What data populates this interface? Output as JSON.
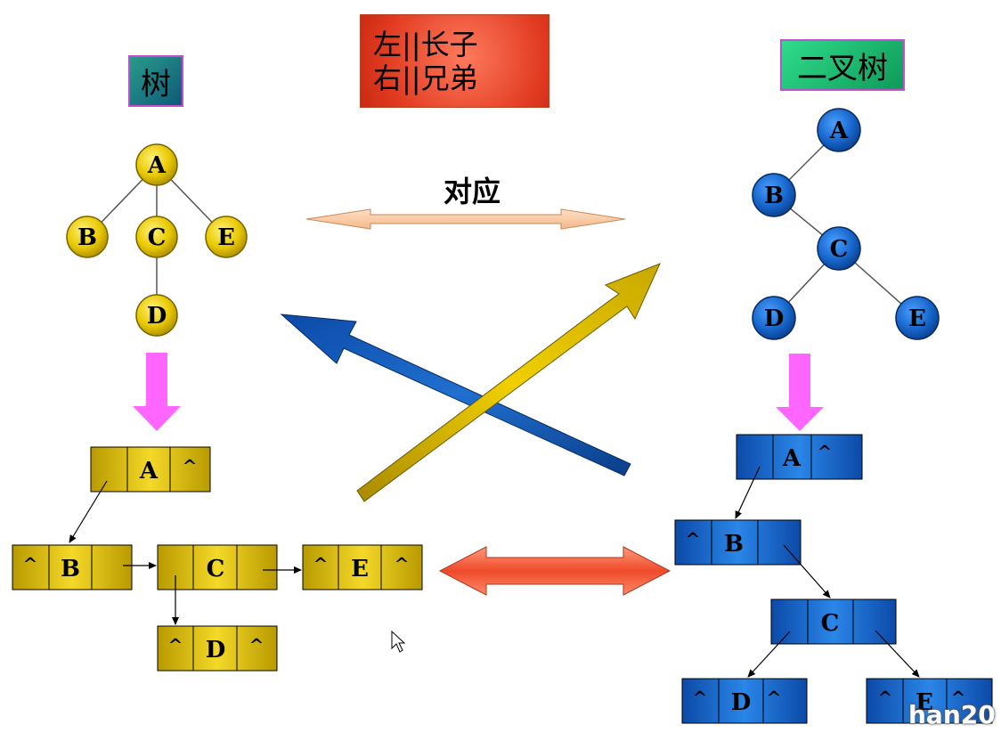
{
  "titles": {
    "tree": "树",
    "binary_tree": "二叉树"
  },
  "rule": {
    "line1": "左||长子",
    "line2": "右||兄弟"
  },
  "correspond": "对应",
  "tree_nodes": {
    "A": "A",
    "B": "B",
    "C": "C",
    "D": "D",
    "E": "E"
  },
  "bintree_nodes": {
    "A": "A",
    "B": "B",
    "C": "C",
    "D": "D",
    "E": "E"
  },
  "left_linked": {
    "A": [
      "",
      "A",
      "^"
    ],
    "B": [
      "^",
      "B",
      ""
    ],
    "C": [
      "",
      "C",
      ""
    ],
    "E": [
      "^",
      "E",
      "^"
    ],
    "D": [
      "^",
      "D",
      "^"
    ]
  },
  "right_linked": {
    "A": [
      "",
      "A",
      "^"
    ],
    "B": [
      "^",
      "B",
      ""
    ],
    "C": [
      "",
      "C",
      ""
    ],
    "D": [
      "^",
      "D",
      "^"
    ],
    "E": [
      "^",
      "E",
      "^"
    ]
  },
  "watermark": "han20",
  "colors": {
    "gold": "#d8b800",
    "blue": "#1766cc",
    "magenta": "#ff66ff"
  }
}
